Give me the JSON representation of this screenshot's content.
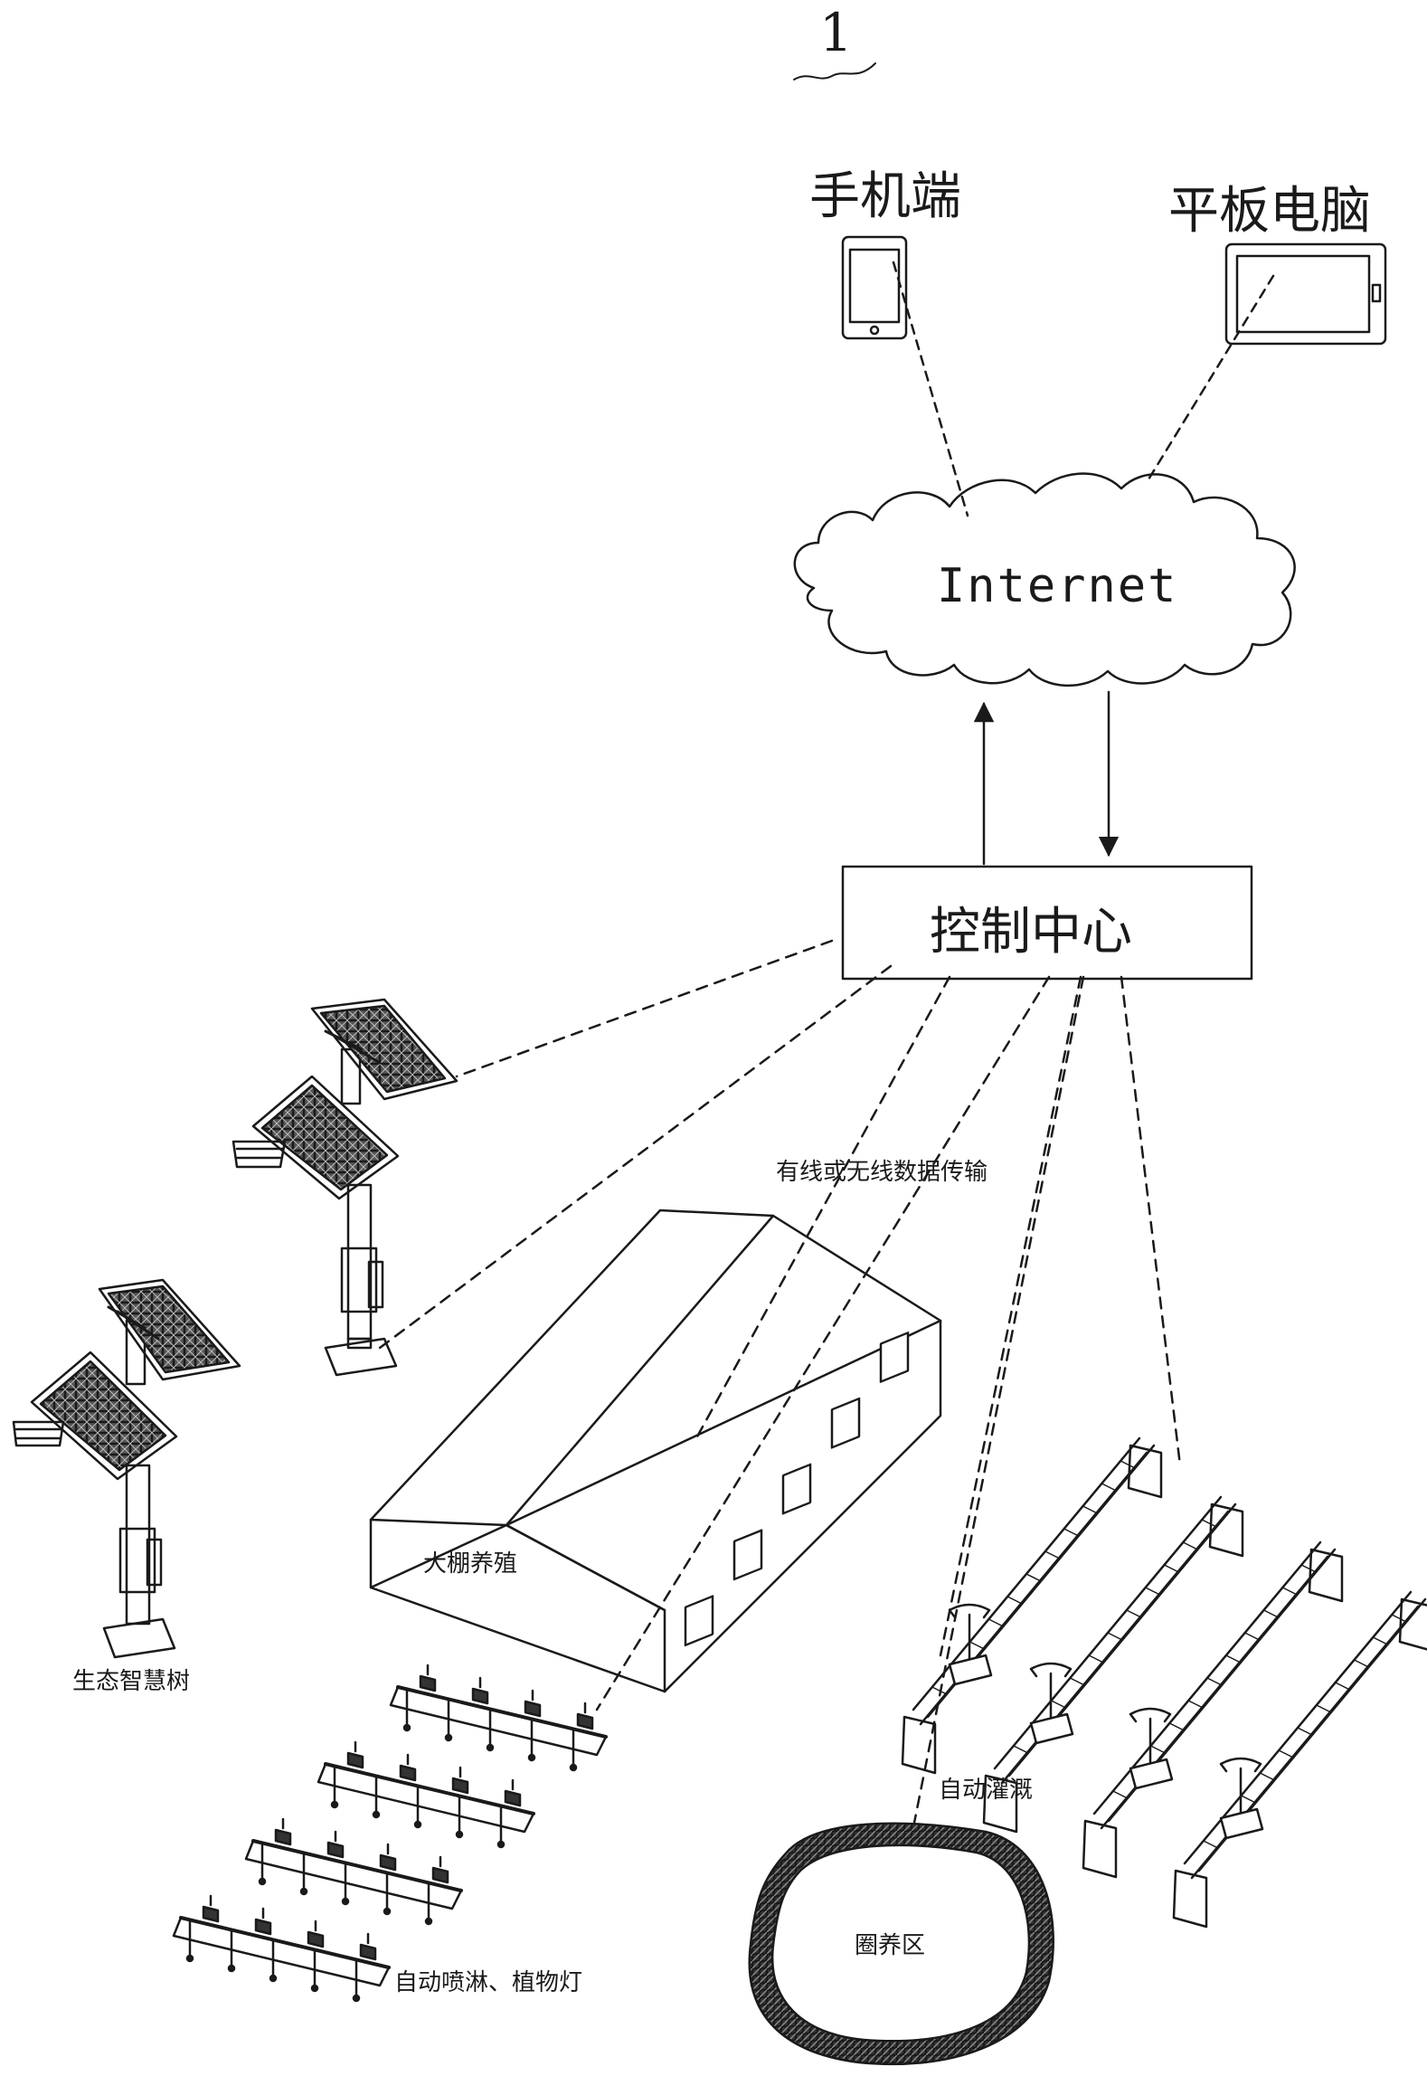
{
  "figure_number": "1",
  "nodes": {
    "phone": "手机端",
    "tablet": "平板电脑",
    "internet": "Internet",
    "control_center": "控制中心"
  },
  "labels": {
    "transmission": "有线或无线数据传输",
    "greenhouse": "大棚养殖",
    "eco_tree": "生态智慧树",
    "sprinkler_light": "自动喷淋、植物灯",
    "auto_irrigation": "自动灌溉",
    "enclosure": "圈养区"
  }
}
